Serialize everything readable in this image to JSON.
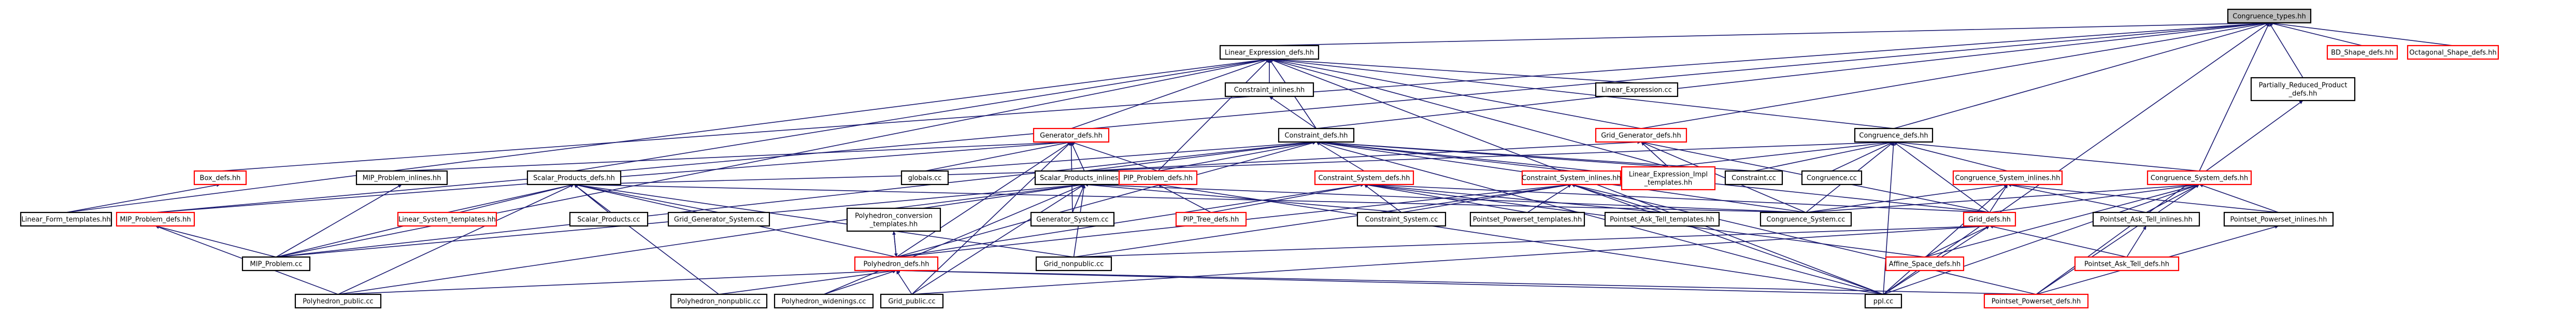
{
  "graph": {
    "nodes": [
      {
        "id": "congruence_types",
        "lines": [
          "Congruence_types.hh"
        ],
        "variant": "root"
      },
      {
        "id": "linear_expression_defs",
        "lines": [
          "Linear_Expression_defs.hh"
        ],
        "variant": "black"
      },
      {
        "id": "bd_shape_defs",
        "lines": [
          "BD_Shape_defs.hh"
        ],
        "variant": "red"
      },
      {
        "id": "octagonal_shape_defs",
        "lines": [
          "Octagonal_Shape_defs.hh"
        ],
        "variant": "red"
      },
      {
        "id": "constraint_inlines",
        "lines": [
          "Constraint_inlines.hh"
        ],
        "variant": "black"
      },
      {
        "id": "linear_expression_cc",
        "lines": [
          "Linear_Expression.cc"
        ],
        "variant": "black"
      },
      {
        "id": "partially_reduced_product_defs",
        "lines": [
          "Partially_Reduced_Product",
          "_defs.hh"
        ],
        "variant": "black"
      },
      {
        "id": "generator_defs",
        "lines": [
          "Generator_defs.hh"
        ],
        "variant": "red"
      },
      {
        "id": "constraint_defs",
        "lines": [
          "Constraint_defs.hh"
        ],
        "variant": "black"
      },
      {
        "id": "grid_generator_defs",
        "lines": [
          "Grid_Generator_defs.hh"
        ],
        "variant": "red"
      },
      {
        "id": "congruence_defs",
        "lines": [
          "Congruence_defs.hh"
        ],
        "variant": "black"
      },
      {
        "id": "box_defs",
        "lines": [
          "Box_defs.hh"
        ],
        "variant": "red"
      },
      {
        "id": "mip_problem_inlines",
        "lines": [
          "MIP_Problem_inlines.hh"
        ],
        "variant": "black"
      },
      {
        "id": "scalar_products_defs",
        "lines": [
          "Scalar_Products_defs.hh"
        ],
        "variant": "black"
      },
      {
        "id": "globals_cc",
        "lines": [
          "globals.cc"
        ],
        "variant": "black"
      },
      {
        "id": "scalar_products_inlines",
        "lines": [
          "Scalar_Products_inlines.hh"
        ],
        "variant": "black"
      },
      {
        "id": "pip_problem_defs",
        "lines": [
          "PIP_Problem_defs.hh"
        ],
        "variant": "red"
      },
      {
        "id": "constraint_system_defs",
        "lines": [
          "Constraint_System_defs.hh"
        ],
        "variant": "red"
      },
      {
        "id": "constraint_system_inlines",
        "lines": [
          "Constraint_System_inlines.hh"
        ],
        "variant": "red"
      },
      {
        "id": "linear_expression_impl_templates",
        "lines": [
          "Linear_Expression_Impl",
          "_templates.hh"
        ],
        "variant": "red"
      },
      {
        "id": "constraint_cc",
        "lines": [
          "Constraint.cc"
        ],
        "variant": "black"
      },
      {
        "id": "congruence_cc",
        "lines": [
          "Congruence.cc"
        ],
        "variant": "black"
      },
      {
        "id": "congruence_system_inlines",
        "lines": [
          "Congruence_System_inlines.hh"
        ],
        "variant": "red"
      },
      {
        "id": "congruence_system_defs",
        "lines": [
          "Congruence_System_defs.hh"
        ],
        "variant": "red"
      },
      {
        "id": "linear_form_templates",
        "lines": [
          "Linear_Form_templates.hh"
        ],
        "variant": "black"
      },
      {
        "id": "mip_problem_defs",
        "lines": [
          "MIP_Problem_defs.hh"
        ],
        "variant": "red"
      },
      {
        "id": "linear_system_templates",
        "lines": [
          "Linear_System_templates.hh"
        ],
        "variant": "red"
      },
      {
        "id": "scalar_products_cc",
        "lines": [
          "Scalar_Products.cc"
        ],
        "variant": "black"
      },
      {
        "id": "grid_generator_system_cc",
        "lines": [
          "Grid_Generator_System.cc"
        ],
        "variant": "black"
      },
      {
        "id": "polyhedron_conversion_templates",
        "lines": [
          "Polyhedron_conversion",
          "_templates.hh"
        ],
        "variant": "black"
      },
      {
        "id": "generator_system_cc",
        "lines": [
          "Generator_System.cc"
        ],
        "variant": "black"
      },
      {
        "id": "pip_tree_defs",
        "lines": [
          "PIP_Tree_defs.hh"
        ],
        "variant": "red"
      },
      {
        "id": "constraint_system_cc",
        "lines": [
          "Constraint_System.cc"
        ],
        "variant": "black"
      },
      {
        "id": "pointset_powerset_templates",
        "lines": [
          "Pointset_Powerset_templates.hh"
        ],
        "variant": "black"
      },
      {
        "id": "pointset_ask_tell_templates",
        "lines": [
          "Pointset_Ask_Tell_templates.hh"
        ],
        "variant": "black"
      },
      {
        "id": "congruence_system_cc",
        "lines": [
          "Congruence_System.cc"
        ],
        "variant": "black"
      },
      {
        "id": "grid_defs",
        "lines": [
          "Grid_defs.hh"
        ],
        "variant": "red"
      },
      {
        "id": "pointset_ask_tell_inlines",
        "lines": [
          "Pointset_Ask_Tell_inlines.hh"
        ],
        "variant": "black"
      },
      {
        "id": "pointset_powerset_inlines",
        "lines": [
          "Pointset_Powerset_inlines.hh"
        ],
        "variant": "black"
      },
      {
        "id": "mip_problem_cc",
        "lines": [
          "MIP_Problem.cc"
        ],
        "variant": "black"
      },
      {
        "id": "polyhedron_defs",
        "lines": [
          "Polyhedron_defs.hh"
        ],
        "variant": "red"
      },
      {
        "id": "grid_nonpublic_cc",
        "lines": [
          "Grid_nonpublic.cc"
        ],
        "variant": "black"
      },
      {
        "id": "affine_space_defs",
        "lines": [
          "Affine_Space_defs.hh"
        ],
        "variant": "red"
      },
      {
        "id": "pointset_ask_tell_defs",
        "lines": [
          "Pointset_Ask_Tell_defs.hh"
        ],
        "variant": "red"
      },
      {
        "id": "polyhedron_public_cc",
        "lines": [
          "Polyhedron_public.cc"
        ],
        "variant": "black"
      },
      {
        "id": "polyhedron_nonpublic_cc",
        "lines": [
          "Polyhedron_nonpublic.cc"
        ],
        "variant": "black"
      },
      {
        "id": "polyhedron_widenings_cc",
        "lines": [
          "Polyhedron_widenings.cc"
        ],
        "variant": "black"
      },
      {
        "id": "grid_public_cc",
        "lines": [
          "Grid_public.cc"
        ],
        "variant": "black"
      },
      {
        "id": "ppl_cc",
        "lines": [
          "ppl.cc"
        ],
        "variant": "black"
      },
      {
        "id": "pointset_powerset_defs",
        "lines": [
          "Pointset_Powerset_defs.hh"
        ],
        "variant": "red"
      }
    ],
    "edges": [
      [
        "congruence_types",
        "linear_expression_defs"
      ],
      [
        "congruence_types",
        "bd_shape_defs"
      ],
      [
        "congruence_types",
        "octagonal_shape_defs"
      ],
      [
        "congruence_types",
        "partially_reduced_product_defs"
      ],
      [
        "congruence_types",
        "congruence_defs"
      ],
      [
        "congruence_types",
        "congruence_system_defs"
      ],
      [
        "congruence_types",
        "grid_generator_defs"
      ],
      [
        "congruence_types",
        "constraint_defs"
      ],
      [
        "congruence_types",
        "box_defs"
      ],
      [
        "congruence_types",
        "mip_problem_defs"
      ],
      [
        "congruence_types",
        "ppl_cc"
      ],
      [
        "linear_expression_defs",
        "constraint_inlines"
      ],
      [
        "linear_expression_defs",
        "linear_expression_cc"
      ],
      [
        "linear_expression_defs",
        "generator_defs"
      ],
      [
        "linear_expression_defs",
        "constraint_defs"
      ],
      [
        "linear_expression_defs",
        "grid_generator_defs"
      ],
      [
        "linear_expression_defs",
        "congruence_defs"
      ],
      [
        "linear_expression_defs",
        "scalar_products_defs"
      ],
      [
        "linear_expression_defs",
        "pip_problem_defs"
      ],
      [
        "linear_expression_defs",
        "linear_form_templates"
      ],
      [
        "linear_expression_defs",
        "mip_problem_cc"
      ],
      [
        "linear_expression_defs",
        "ppl_cc"
      ],
      [
        "linear_expression_defs",
        "linear_expression_impl_templates"
      ],
      [
        "constraint_inlines",
        "constraint_defs"
      ],
      [
        "partially_reduced_product_defs",
        "pointset_powerset_defs"
      ],
      [
        "generator_defs",
        "globals_cc"
      ],
      [
        "generator_defs",
        "scalar_products_inlines"
      ],
      [
        "generator_defs",
        "mip_problem_inlines"
      ],
      [
        "generator_defs",
        "mip_problem_defs"
      ],
      [
        "generator_defs",
        "pip_problem_defs"
      ],
      [
        "generator_defs",
        "polyhedron_defs"
      ],
      [
        "generator_defs",
        "generator_system_cc"
      ],
      [
        "generator_defs",
        "grid_public_cc"
      ],
      [
        "constraint_defs",
        "globals_cc"
      ],
      [
        "constraint_defs",
        "scalar_products_inlines"
      ],
      [
        "constraint_defs",
        "pip_problem_defs"
      ],
      [
        "constraint_defs",
        "constraint_system_defs"
      ],
      [
        "constraint_defs",
        "constraint_system_inlines"
      ],
      [
        "constraint_defs",
        "constraint_cc"
      ],
      [
        "constraint_defs",
        "linear_expression_impl_templates"
      ],
      [
        "constraint_defs",
        "congruence_system_cc"
      ],
      [
        "constraint_defs",
        "grid_defs"
      ],
      [
        "constraint_defs",
        "polyhedron_defs"
      ],
      [
        "constraint_defs",
        "mip_problem_cc"
      ],
      [
        "constraint_defs",
        "ppl_cc"
      ],
      [
        "grid_generator_defs",
        "scalar_products_inlines"
      ],
      [
        "grid_generator_defs",
        "linear_expression_impl_templates"
      ],
      [
        "grid_generator_defs",
        "congruence_system_cc"
      ],
      [
        "grid_generator_defs",
        "grid_defs"
      ],
      [
        "congruence_defs",
        "scalar_products_inlines"
      ],
      [
        "congruence_defs",
        "constraint_cc"
      ],
      [
        "congruence_defs",
        "congruence_cc"
      ],
      [
        "congruence_defs",
        "congruence_system_inlines"
      ],
      [
        "congruence_defs",
        "congruence_system_defs"
      ],
      [
        "congruence_defs",
        "linear_expression_impl_templates"
      ],
      [
        "congruence_defs",
        "congruence_system_cc"
      ],
      [
        "congruence_defs",
        "grid_defs"
      ],
      [
        "congruence_defs",
        "ppl_cc"
      ],
      [
        "box_defs",
        "linear_form_templates"
      ],
      [
        "mip_problem_inlines",
        "mip_problem_cc"
      ],
      [
        "scalar_products_defs",
        "scalar_products_inlines"
      ],
      [
        "scalar_products_defs",
        "linear_system_templates"
      ],
      [
        "scalar_products_defs",
        "scalar_products_cc"
      ],
      [
        "scalar_products_defs",
        "grid_generator_system_cc"
      ],
      [
        "scalar_products_defs",
        "mip_problem_cc"
      ],
      [
        "scalar_products_defs",
        "polyhedron_public_cc"
      ],
      [
        "scalar_products_defs",
        "polyhedron_defs"
      ],
      [
        "scalar_products_defs",
        "polyhedron_nonpublic_cc"
      ],
      [
        "scalar_products_defs",
        "grid_nonpublic_cc"
      ],
      [
        "scalar_products_defs",
        "congruence_system_cc"
      ],
      [
        "scalar_products_inlines",
        "polyhedron_conversion_templates"
      ],
      [
        "scalar_products_inlines",
        "generator_system_cc"
      ],
      [
        "scalar_products_inlines",
        "constraint_system_cc"
      ],
      [
        "scalar_products_inlines",
        "mip_problem_cc"
      ],
      [
        "scalar_products_inlines",
        "polyhedron_public_cc"
      ],
      [
        "scalar_products_inlines",
        "polyhedron_widenings_cc"
      ],
      [
        "scalar_products_inlines",
        "grid_public_cc"
      ],
      [
        "scalar_products_inlines",
        "congruence_system_cc"
      ],
      [
        "scalar_products_inlines",
        "grid_nonpublic_cc"
      ],
      [
        "pip_problem_defs",
        "pip_tree_defs"
      ],
      [
        "pip_problem_defs",
        "ppl_cc"
      ],
      [
        "constraint_system_defs",
        "pip_tree_defs"
      ],
      [
        "constraint_system_defs",
        "constraint_system_cc"
      ],
      [
        "constraint_system_defs",
        "pointset_powerset_templates"
      ],
      [
        "constraint_system_defs",
        "polyhedron_defs"
      ],
      [
        "constraint_system_defs",
        "grid_defs"
      ],
      [
        "constraint_system_defs",
        "affine_space_defs"
      ],
      [
        "constraint_system_defs",
        "pointset_ask_tell_templates"
      ],
      [
        "constraint_system_inlines",
        "constraint_system_cc"
      ],
      [
        "constraint_system_inlines",
        "pointset_powerset_templates"
      ],
      [
        "constraint_system_inlines",
        "pointset_ask_tell_templates"
      ],
      [
        "constraint_system_inlines",
        "polyhedron_defs"
      ],
      [
        "constraint_system_inlines",
        "grid_nonpublic_cc"
      ],
      [
        "constraint_system_inlines",
        "pointset_powerset_defs"
      ],
      [
        "constraint_system_inlines",
        "ppl_cc"
      ],
      [
        "congruence_system_inlines",
        "congruence_system_cc"
      ],
      [
        "congruence_system_inlines",
        "grid_defs"
      ],
      [
        "congruence_system_inlines",
        "pointset_ask_tell_inlines"
      ],
      [
        "congruence_system_inlines",
        "pointset_powerset_inlines"
      ],
      [
        "congruence_system_inlines",
        "ppl_cc"
      ],
      [
        "congruence_system_defs",
        "congruence_system_cc"
      ],
      [
        "congruence_system_defs",
        "grid_defs"
      ],
      [
        "congruence_system_defs",
        "pointset_ask_tell_inlines"
      ],
      [
        "congruence_system_defs",
        "pointset_powerset_inlines"
      ],
      [
        "congruence_system_defs",
        "affine_space_defs"
      ],
      [
        "congruence_system_defs",
        "pointset_powerset_defs"
      ],
      [
        "congruence_system_defs",
        "ppl_cc"
      ],
      [
        "mip_problem_defs",
        "mip_problem_cc"
      ],
      [
        "mip_problem_defs",
        "polyhedron_public_cc"
      ],
      [
        "polyhedron_conversion_templates",
        "polyhedron_defs"
      ],
      [
        "polyhedron_defs",
        "polyhedron_conversion_templates"
      ],
      [
        "polyhedron_defs",
        "polyhedron_public_cc"
      ],
      [
        "polyhedron_defs",
        "polyhedron_nonpublic_cc"
      ],
      [
        "polyhedron_defs",
        "polyhedron_widenings_cc"
      ],
      [
        "polyhedron_defs",
        "grid_public_cc"
      ],
      [
        "polyhedron_defs",
        "ppl_cc"
      ],
      [
        "polyhedron_defs",
        "pointset_powerset_defs"
      ],
      [
        "grid_defs",
        "grid_nonpublic_cc"
      ],
      [
        "grid_defs",
        "affine_space_defs"
      ],
      [
        "grid_defs",
        "grid_public_cc"
      ],
      [
        "grid_defs",
        "pointset_ask_tell_defs"
      ],
      [
        "grid_defs",
        "ppl_cc"
      ],
      [
        "pointset_ask_tell_inlines",
        "pointset_ask_tell_defs"
      ],
      [
        "pointset_powerset_inlines",
        "pointset_powerset_defs"
      ]
    ]
  },
  "colors": {
    "root_fill": "#bfbfbf",
    "node_fill": "#ffffff",
    "edge": "#191970",
    "black_border": "#000000",
    "red_border": "#ff0000",
    "text": "#000000"
  }
}
